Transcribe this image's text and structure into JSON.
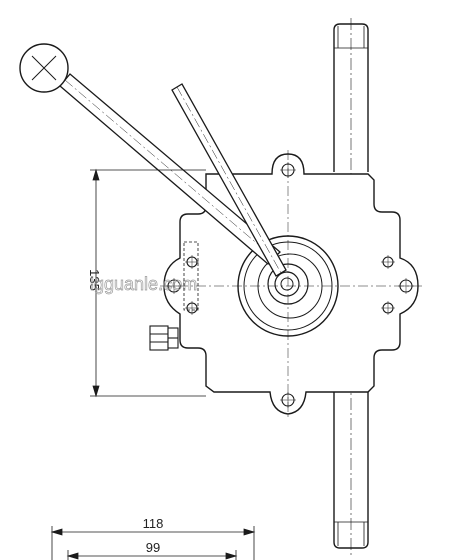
{
  "dimensions": {
    "height_label": "135",
    "width_outer_label": "118",
    "width_inner_label": "99"
  },
  "watermark": {
    "text": "lgguanle.com"
  },
  "icons": {
    "handle_knob": "circle-x-icon",
    "hex_nut": "hex-nut-icon"
  },
  "colors": {
    "line": "#1a1a1a",
    "background": "#ffffff",
    "watermark": "#9a9a9a"
  }
}
